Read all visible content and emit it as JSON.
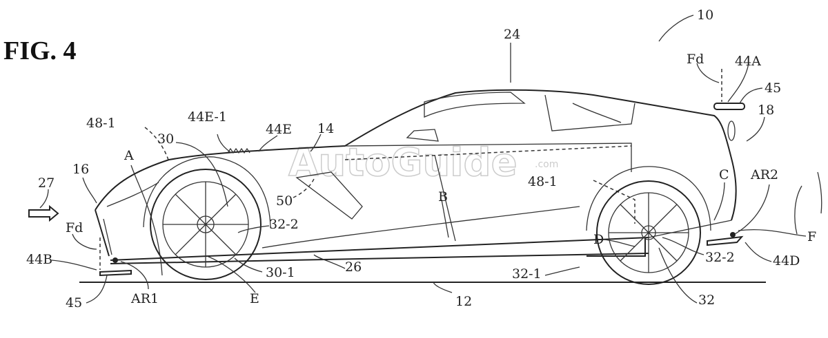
{
  "figure": {
    "title": "FIG. 4"
  },
  "watermark": {
    "text": "AutoGuide",
    "suffix": ".com"
  },
  "labels": {
    "vehicle": "10",
    "roof": "24",
    "fd_rear": "Fd",
    "rear_wing": "44A",
    "rear_wing_blade": "45",
    "rear_end": "18",
    "hood_device": "44E",
    "hood_device_part": "44E-1",
    "body": "14",
    "sensor_front": "48-1",
    "front_wheel_well": "30",
    "point_a": "A",
    "front_end": "16",
    "airflow": "27",
    "fd_front": "Fd",
    "front_splitter": "44B",
    "front_splitter_blade": "45",
    "actuator_front": "AR1",
    "point_e": "E",
    "front_axle": "30-1",
    "underbody": "26",
    "road": "12",
    "rear_axle": "32-1",
    "rear_wheel": "32",
    "rear_hub": "32-2",
    "point_d": "D",
    "point_b": "B",
    "side_vent": "50",
    "sensor_rear": "48-1",
    "front_hub": "32-2",
    "point_c": "C",
    "actuator_rear": "AR2",
    "point_f": "F",
    "rear_diffuser": "44D"
  }
}
